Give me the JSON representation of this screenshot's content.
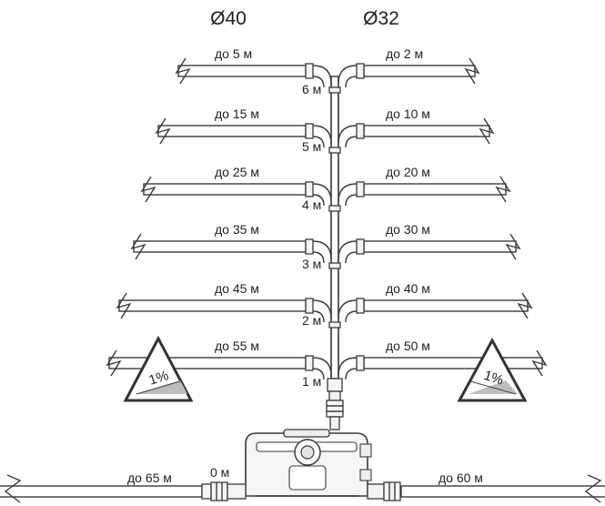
{
  "headers": {
    "left": "Ø40",
    "right": "Ø32"
  },
  "tiers": [
    {
      "left": "до 5 м",
      "right": "до 2 м",
      "height": "6 м"
    },
    {
      "left": "до 15 м",
      "right": "до 10 м",
      "height": "5 м"
    },
    {
      "left": "до 25 м",
      "right": "до 20 м",
      "height": "4 м"
    },
    {
      "left": "до 35 м",
      "right": "до 30 м",
      "height": "3 м"
    },
    {
      "left": "до 45 м",
      "right": "до 40 м",
      "height": "2 м"
    },
    {
      "left": "до 55 м",
      "right": "до 50 м",
      "height": "1 м"
    }
  ],
  "ground": {
    "left": "до 65 м",
    "right": "до 60 м",
    "height": "0 м"
  },
  "slopes": {
    "left": "1%",
    "right": "1%"
  }
}
